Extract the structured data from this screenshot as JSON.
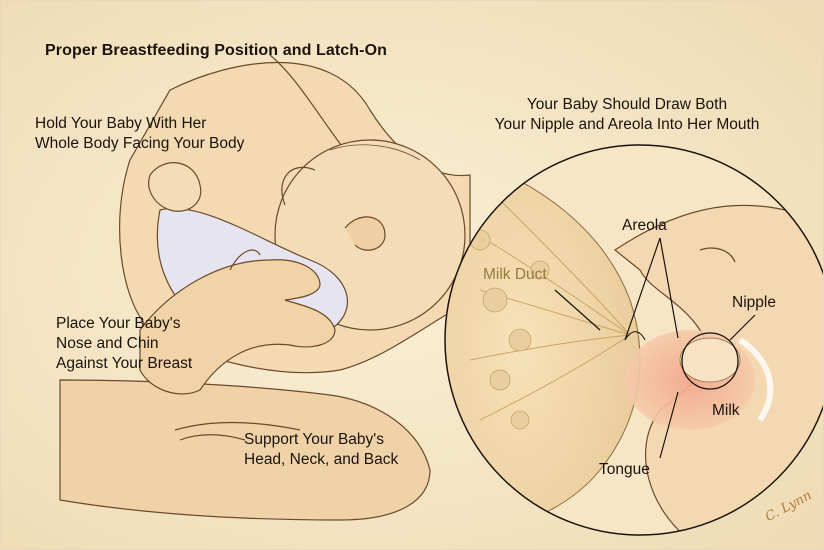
{
  "title": "Proper Breastfeeding Position and Latch-On",
  "instructions": {
    "hold": [
      "Hold Your Baby With Her",
      "Whole Body Facing Your Body"
    ],
    "place": [
      "Place Your Baby's",
      "Nose and Chin",
      "Against Your Breast"
    ],
    "support": [
      "Support Your Baby's",
      "Head, Neck, and Back"
    ],
    "draw": [
      "Your Baby Should Draw Both",
      "Your Nipple and Areola Into Her Mouth"
    ]
  },
  "callouts": {
    "milk_duct": "Milk Duct",
    "areola": "Areola",
    "nipple": "Nipple",
    "milk": "Milk",
    "tongue": "Tongue"
  },
  "signature": "C. Lynn",
  "colors": {
    "background": "#f5e6c8",
    "skin": "#f4d9b4",
    "skin_shadow": "#dcb58a",
    "line": "#4a3420",
    "duct_text": "#9a7a3a",
    "tongue": "#e9967a"
  }
}
